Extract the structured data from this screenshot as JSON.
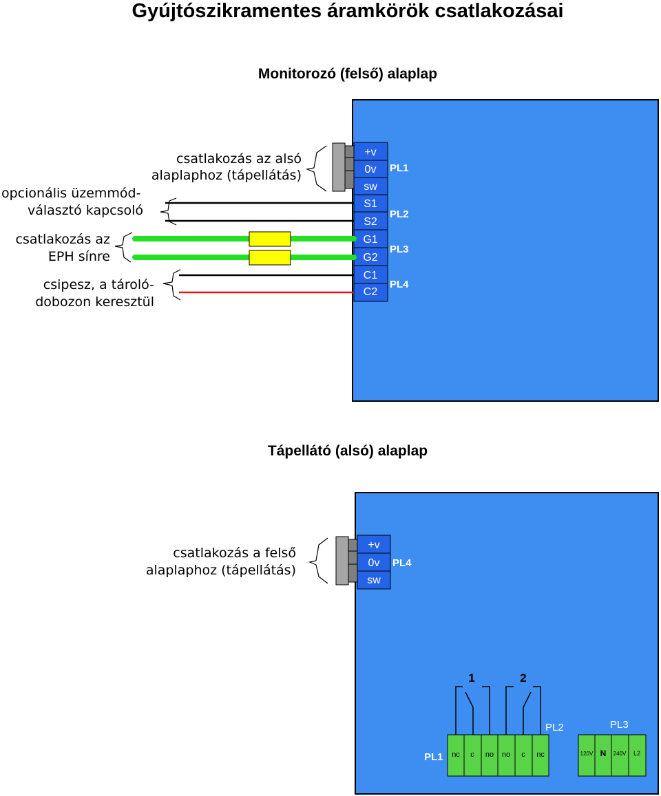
{
  "title": "Gyújtószikramentes áramkörök csatlakozásai",
  "top_board": {
    "heading": "Monitorozó (felső) alaplap",
    "connector_label_line1": "csatlakozás az alsó",
    "connector_label_line2": "alaplaphoz (tápellátás)",
    "switch_label_line1": "opcionális üzemmód-",
    "switch_label_line2": "választó kapcsoló",
    "eph_label_line1": "csatlakozás az",
    "eph_label_line2": "EPH sínre",
    "clip_label_line1": "csipesz, a tároló-",
    "clip_label_line2": "dobozon keresztül",
    "terminals": [
      "+v",
      "0v",
      "sw",
      "S1",
      "S2",
      "G1",
      "G2",
      "C1",
      "C2"
    ],
    "plugs": [
      "PL1",
      "PL2",
      "PL3",
      "PL4"
    ]
  },
  "bottom_board": {
    "heading": "Tápellátó (alsó) alaplap",
    "connector_label_line1": "csatlakozás a felső",
    "connector_label_line2": "alaplaphoz (tápellátás)",
    "terminals": [
      "+v",
      "0v",
      "sw"
    ],
    "plug_top": "PL4",
    "relay_numbers": [
      "1",
      "2"
    ],
    "plug_pl1": "PL1",
    "plug_pl2": "PL2",
    "plug_pl3": "PL3",
    "relay_terminals": [
      "nc",
      "c",
      "no",
      "no",
      "c",
      "nc"
    ],
    "power_terminals": [
      "120V",
      "N",
      "240V",
      "L2"
    ]
  },
  "colors": {
    "board_blue": "#3d8ef0",
    "terminal_blue": "#2463e6",
    "green_wire": "#22e022",
    "yellow_block": "#ffff00",
    "red_wire": "#e01818",
    "terminal_green": "#59d449"
  }
}
